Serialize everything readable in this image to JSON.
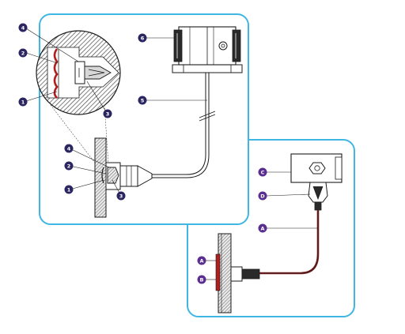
{
  "colors": {
    "panel_border": "#3fb6e4",
    "callout_numbered": "#2b2660",
    "callout_lettered": "#5a2d91",
    "capillary_red": "#7a1f1f",
    "ink": "#1b1b1b",
    "hatch": "#4a4a4a"
  },
  "panel_1": {
    "callouts": [
      {
        "label": "4"
      },
      {
        "label": "2"
      },
      {
        "label": "1"
      },
      {
        "label": "3"
      },
      {
        "label": "6"
      },
      {
        "label": "5"
      },
      {
        "label": "4"
      },
      {
        "label": "2"
      },
      {
        "label": "1"
      },
      {
        "label": "3"
      }
    ]
  },
  "panel_2": {
    "callouts": [
      {
        "label": "C"
      },
      {
        "label": "D"
      },
      {
        "label": "A"
      },
      {
        "label": "A"
      },
      {
        "label": "B"
      }
    ]
  }
}
